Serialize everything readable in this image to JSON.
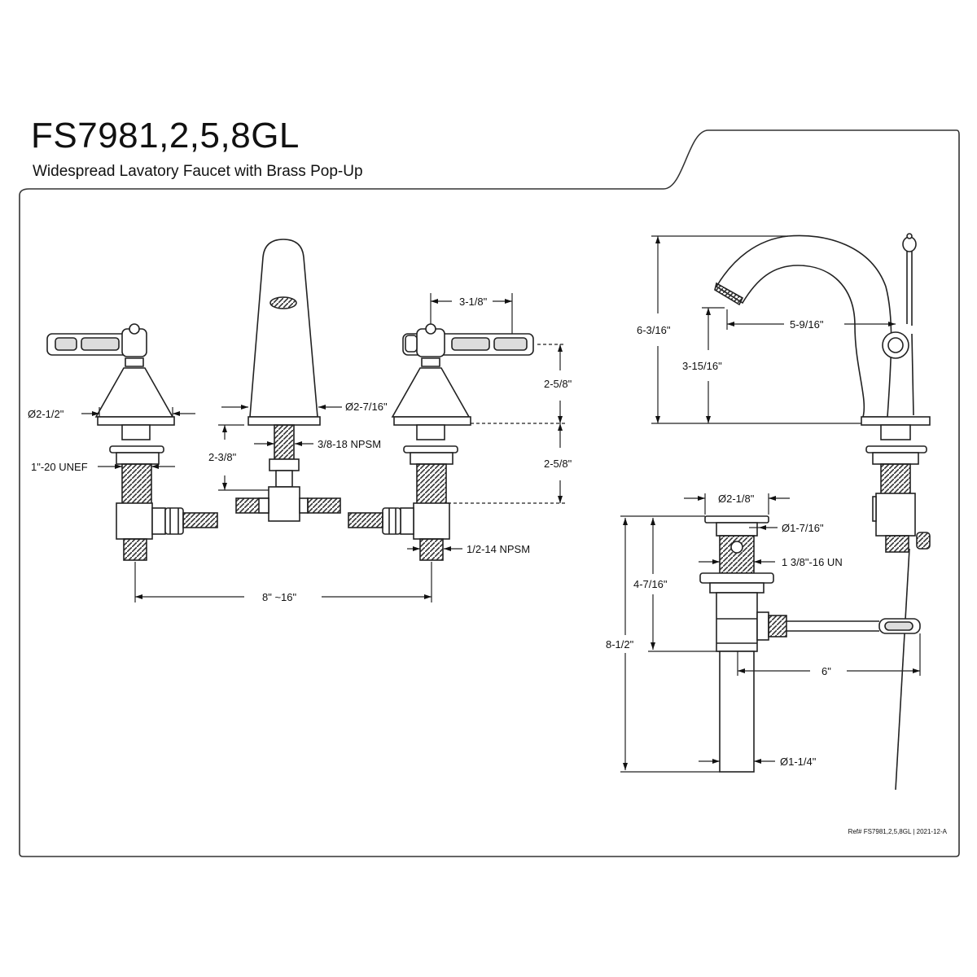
{
  "header": {
    "model": "FS7981,2,5,8GL",
    "description": "Widespread Lavatory Faucet with Brass Pop-Up"
  },
  "dimensions": {
    "handle_base_dia": "Ø2-1/2\"",
    "handle_thread": "1\"-20 UNEF",
    "spout_base_dia": "Ø2-7/16\"",
    "spout_thread": "3/8-18 NPSM",
    "spout_shank_height": "2-3/8\"",
    "handle_width": "3-1/8\"",
    "handle_height": "2-5/8\"",
    "handle_shank_height": "2-5/8\"",
    "inlet_thread": "1/2-14 NPSM",
    "spread": "8\" ~16\"",
    "overall_height": "6-3/16\"",
    "spout_clearance": "3-15/16\"",
    "spout_reach": "5-9/16\"",
    "flange_dia": "Ø2-1/8\"",
    "drain_top_dia": "Ø1-7/16\"",
    "drain_thread": "1 3/8\"-16 UN",
    "drain_body_height": "4-7/16\"",
    "drain_total_height": "8-1/2\"",
    "lift_rod_reach": "6\"",
    "tailpiece_dia": "Ø1-1/4\""
  },
  "footer": {
    "reference": "Ref# FS7981,2,5,8GL | 2021-12-A"
  }
}
